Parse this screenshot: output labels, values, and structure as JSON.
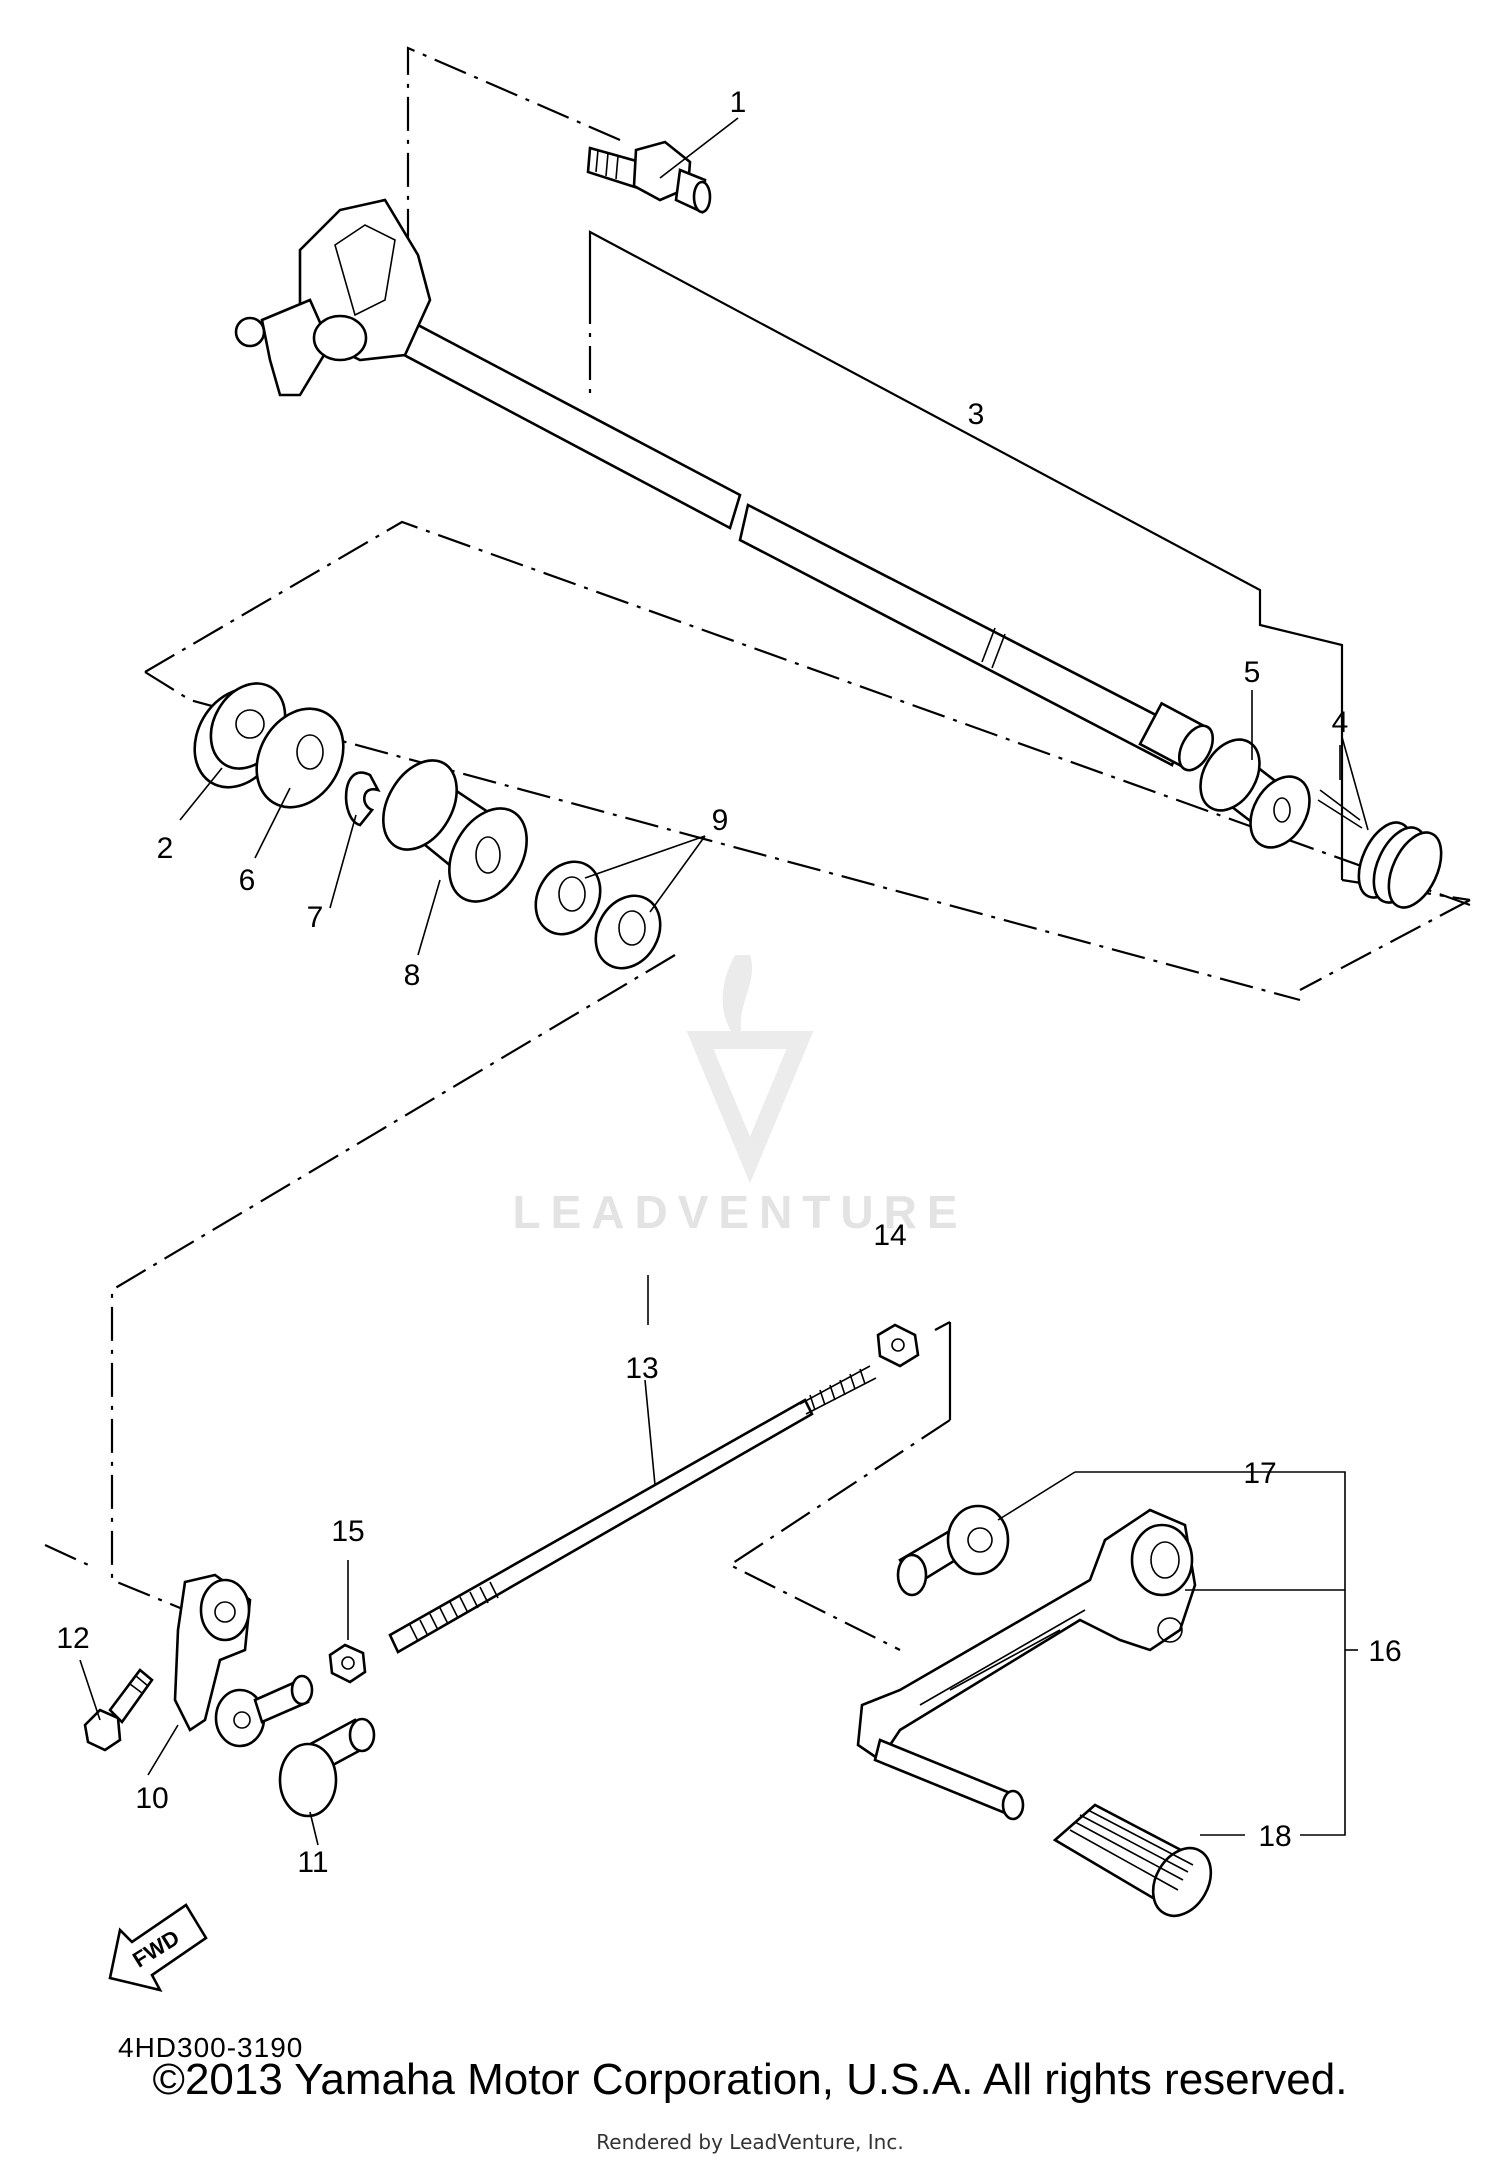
{
  "diagram": {
    "callouts": [
      "1",
      "2",
      "3",
      "4",
      "5",
      "6",
      "7",
      "8",
      "9",
      "10",
      "11",
      "12",
      "13",
      "14",
      "15",
      "16",
      "17",
      "18"
    ],
    "fwd_label": "FWD",
    "drawing_code": "4HD300-3190"
  },
  "watermark": {
    "text": "LEADVENTURE"
  },
  "footer": {
    "copyright": "©2013 Yamaha Motor Corporation, U.S.A. All rights reserved.",
    "rendered_by": "Rendered by LeadVenture, Inc."
  }
}
